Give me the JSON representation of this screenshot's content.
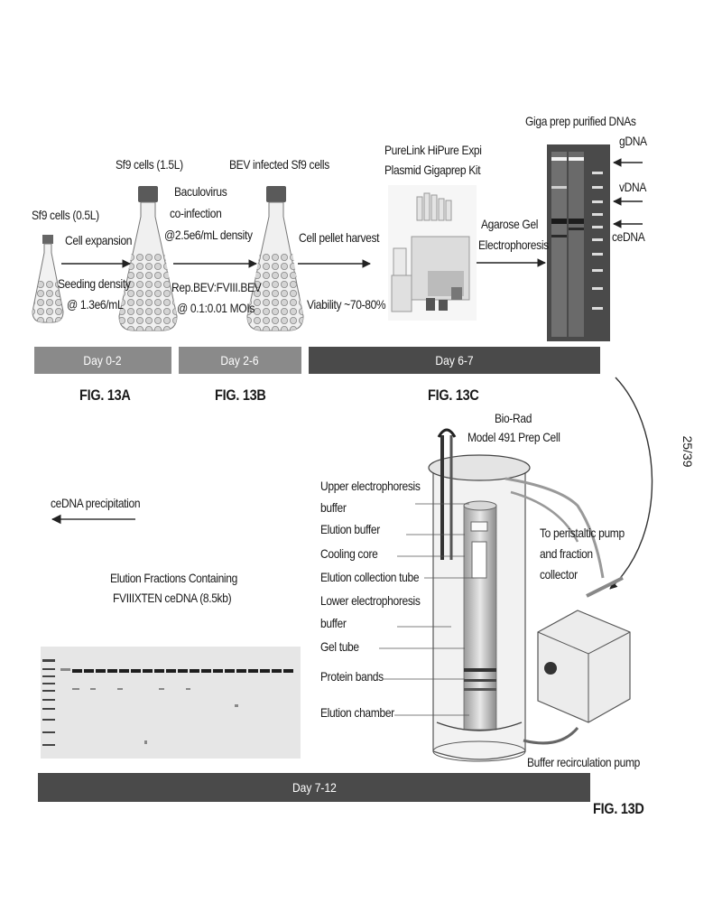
{
  "flow": {
    "flask_small": "Sf9 cells (0.5L)",
    "cell_expansion": "Cell expansion",
    "seeding_1": "Seeding density",
    "seeding_2": "@ 1.3e6/mL",
    "flask_large": "Sf9 cells (1.5L)",
    "coinf_1": "Baculovirus",
    "coinf_2": "co-infection",
    "coinf_3": "@2.5e6/mL density",
    "moi_1": "Rep.BEV:FVIII.BEV",
    "moi_2": "@ 0.1:0.01 MOIs",
    "infected": "BEV infected Sf9 cells",
    "harvest": "Cell pellet harvest",
    "viability": "Viability ~70-80%",
    "kit_1": "PureLink HiPure Expi",
    "kit_2": "Plasmid Gigaprep Kit",
    "agarose_1": "Agarose Gel",
    "agarose_2": "Electrophoresis",
    "giga": "Giga prep purified DNAs",
    "gdna": "gDNA",
    "vdna": "vDNA",
    "cedna": "ceDNA"
  },
  "timeline": {
    "day_0_2": "Day 0-2",
    "day_2_6": "Day 2-6",
    "day_6_7": "Day 6-7",
    "day_7_12": "Day 7-12"
  },
  "figures": {
    "a": "FIG. 13A",
    "b": "FIG. 13B",
    "c": "FIG. 13C",
    "d": "FIG. 13D"
  },
  "page_number": "25/39",
  "prep_cell": {
    "title_1": "Bio-Rad",
    "title_2": "Model 491 Prep Cell",
    "labels": [
      "Upper electrophoresis",
      "buffer",
      "Elution buffer",
      "Cooling core",
      "Elution collection tube",
      "Lower electrophoresis",
      "buffer",
      "Gel tube",
      "Protein bands",
      "Elution chamber"
    ],
    "pump_1": "To peristaltic pump",
    "pump_2": "and fraction",
    "pump_3": "collector",
    "recirc": "Buffer recirculation pump"
  },
  "precip": "ceDNA precipitation",
  "elution_1": "Elution Fractions Containing",
  "elution_2": "FVIIIXTEN ceDNA (8.5kb)"
}
